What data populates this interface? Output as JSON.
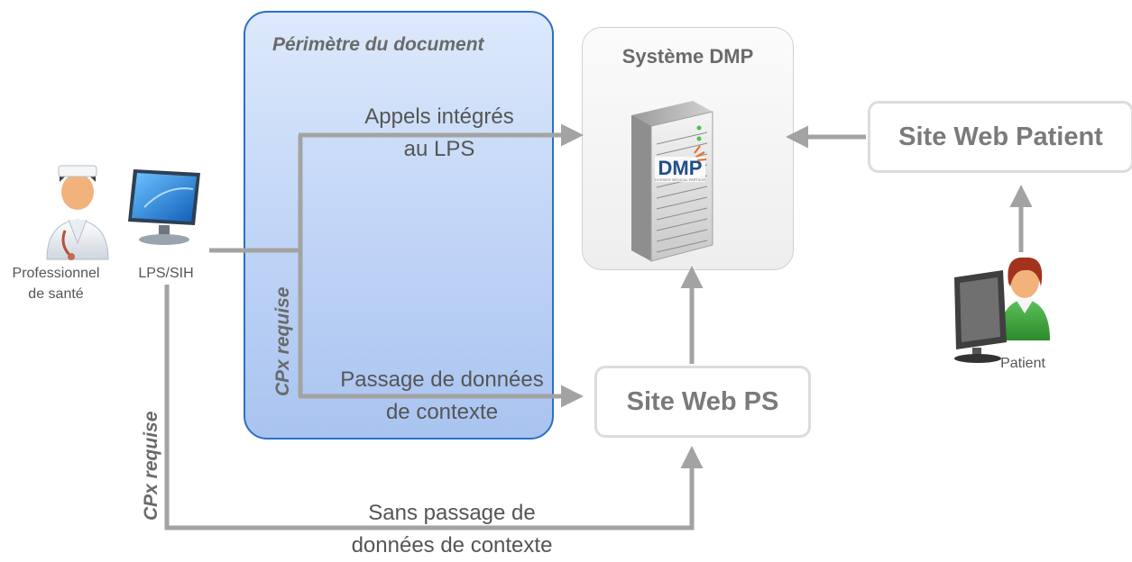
{
  "perimeter": {
    "title": "Périmètre  du document",
    "vertical_label": "CPx requise"
  },
  "dmp_system": {
    "title": "Système DMP",
    "logo_text": "DMP",
    "logo_subtext": "DOSSIER MÉDICAL PARTAGÉ"
  },
  "site_web_patient": {
    "label": "Site Web Patient"
  },
  "site_web_ps": {
    "label": "Site Web PS"
  },
  "flows": {
    "appels_line1": "Appels intégrés",
    "appels_line2": "au LPS",
    "passage_line1": "Passage de données",
    "passage_line2": "de contexte",
    "sans_line1": "Sans passage de",
    "sans_line2": "données de contexte"
  },
  "left_vertical_label": "CPx requise",
  "actors": {
    "professionnel_line1": "Professionnel",
    "professionnel_line2": "de santé",
    "lps_label": "LPS/SIH",
    "patient_label": "Patient"
  },
  "colors": {
    "arrow": "#a3a3a3",
    "perimeter_border": "#2d6fc4",
    "box_border": "#dcdcdc"
  }
}
